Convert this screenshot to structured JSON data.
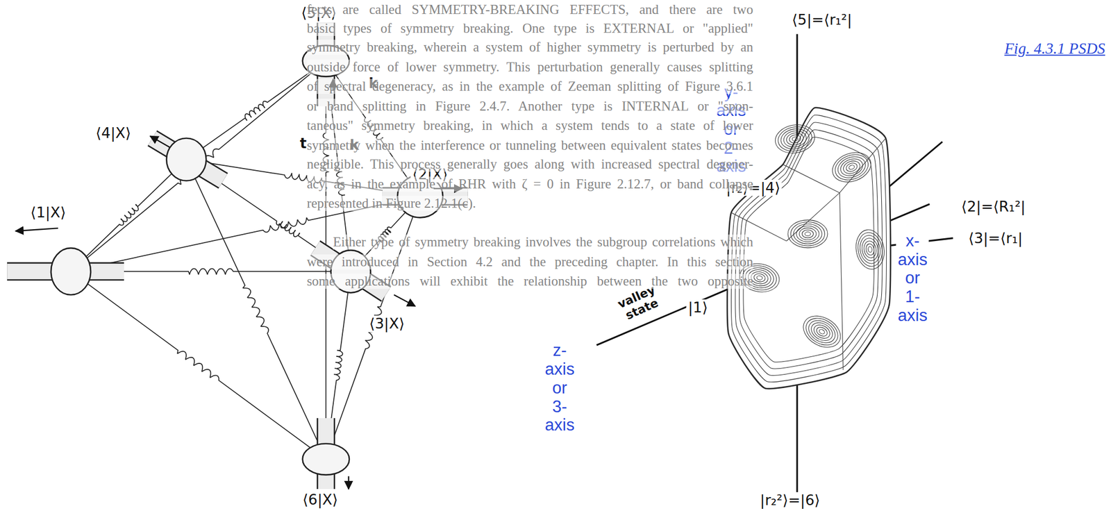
{
  "diagram": {
    "labels": [
      "⟨5|X⟩",
      "⟨4|X⟩",
      "⟨1|X⟩",
      "⟨2|X⟩",
      "⟨3|X⟩",
      "⟨6|X⟩",
      "t",
      "k",
      "k",
      "⟨5|=⟨r₁²|",
      "Fig. 4.3.1 PSDS",
      "y-axis or 2-axis",
      "⟨2|=⟨R₁²|",
      "|r₂⟩=|4⟩",
      "x-axis or 1-axis",
      "⟨3|=⟨r₁|",
      "valley state",
      "|1⟩",
      "z-axis or 3-axis",
      "|r₂²⟩=|6⟩",
      "fects are called SYMMETRY-BREAKING EFFECTS, and there are two",
      "basic types of symmetry breaking. One type is EXTERNAL or \"applied\"",
      "symmetry breaking, wherein a system of higher symmetry is perturbed by an",
      "outside force of lower symmetry. This perturbation generally causes splitting",
      "of spectral degeneracy, as in the example of Zeeman splitting of Figure 3.6.1",
      "or band splitting in Figure 2.4.7. Another type is INTERNAL or \"spon-",
      "taneous\" symmetry breaking, in which a system tends to a state of lower",
      "symmetry when the interference or tunneling between equivalent states becomes",
      "negligible. This process generally goes along with increased spectral degener-",
      "acy, as in the example of RHR with ζ = 0 in Figure 2.12.7, or band collapse",
      "represented in Figure 2.12.1(c).",
      "Either type of symmetry breaking involves the subgroup correlations which",
      "were introduced in Section 4.2 and the preceding chapter. In this section",
      "some applications will exhibit the relationship between the two opposite"
    ]
  }
}
